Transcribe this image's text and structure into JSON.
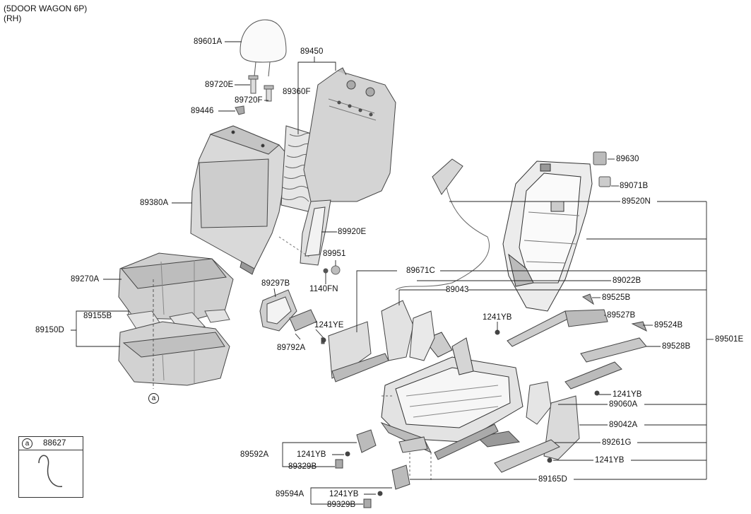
{
  "header": {
    "line1": "(5DOOR WAGON 6P)",
    "line2": "(RH)"
  },
  "ref_marker": "a",
  "legend": {
    "marker": "a",
    "part": "88627"
  },
  "labels": {
    "p89601A": "89601A",
    "p89720E": "89720E",
    "p89720F": "89720F",
    "p89446": "89446",
    "p89450": "89450",
    "p89360F": "89360F",
    "p89380A": "89380A",
    "p89920E": "89920E",
    "p89951": "89951",
    "p1140FN": "1140FN",
    "p89270A": "89270A",
    "p89155B": "89155B",
    "p89150D": "89150D",
    "p89297B": "89297B",
    "p1241YE": "1241YE",
    "p89792A": "89792A",
    "p89671C": "89671C",
    "p89043": "89043",
    "p89022B": "89022B",
    "p89630": "89630",
    "p89071B": "89071B",
    "p89520N": "89520N",
    "p89525B": "89525B",
    "p89527B": "89527B",
    "p89524B": "89524B",
    "p89528B": "89528B",
    "p89501E": "89501E",
    "p1241YB_a": "1241YB",
    "p1241YB_b": "1241YB",
    "p89060A": "89060A",
    "p89042A": "89042A",
    "p89261G": "89261G",
    "p1241YB_c": "1241YB",
    "p89165D": "89165D",
    "p89592A": "89592A",
    "p1241YB_d": "1241YB",
    "p89329B_a": "89329B",
    "p89594A": "89594A",
    "p1241YB_e": "1241YB",
    "p89329B_b": "89329B"
  }
}
